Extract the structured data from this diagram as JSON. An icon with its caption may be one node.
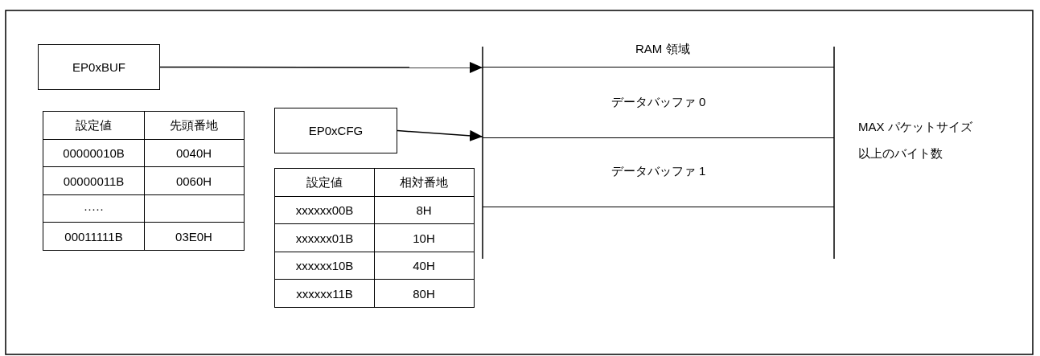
{
  "diagram": {
    "nodes": [
      {
        "text": [
          "EP0xBUF"
        ]
      },
      {
        "text": [
          "EP0xCFG"
        ]
      },
      {
        "text": [
          "データバッファ 0"
        ]
      },
      {
        "text": [
          "データバッファ 1"
        ]
      }
    ],
    "edges": [
      {
        "from": 0,
        "to": 2,
        "arrow": "to"
      },
      {
        "from": 1,
        "to": 3,
        "arrow": "to"
      }
    ],
    "labels": [
      "RAM 領域",
      "設定値",
      "先頭番地",
      "00000010B",
      "0040H",
      "00000011B",
      "0060H",
      "·····",
      "00011111B",
      "03E0H",
      "設定値",
      "相対番地",
      "xxxxxx00B",
      "8H",
      "xxxxxx01B",
      "10H",
      "xxxxxx10B",
      "40H",
      "xxxxxx11B",
      "80H",
      "MAX パケットサイズ以上のバイト数"
    ]
  }
}
